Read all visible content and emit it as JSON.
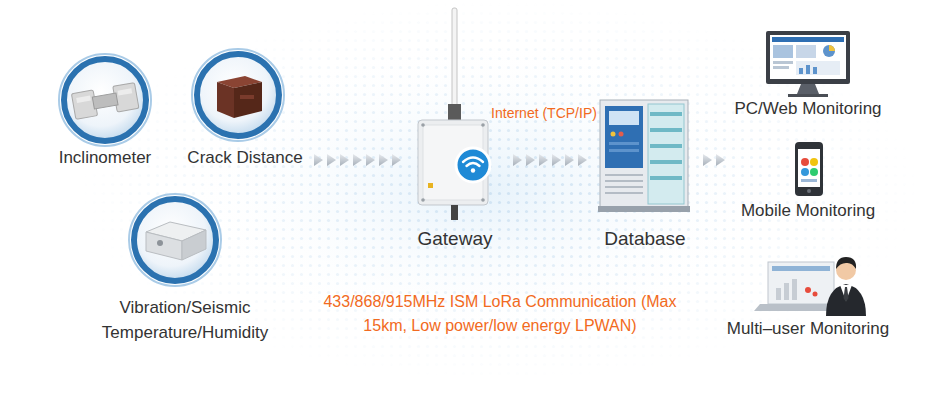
{
  "diagram": {
    "nodes": [
      {
        "text": [
          "Inclinometer"
        ]
      },
      {
        "text": [
          "Crack Distance"
        ]
      },
      {
        "text": [
          "Vibration/Seismic Temperature/Humidity"
        ]
      },
      {
        "text": [
          "Gateway"
        ]
      },
      {
        "text": [
          "Database"
        ]
      },
      {
        "text": [
          "PC/Web Monitoring"
        ]
      },
      {
        "text": [
          "Mobile Monitoring"
        ]
      },
      {
        "text": [
          "Multi–user Monitoring"
        ]
      }
    ],
    "edges": [
      {
        "from": 1,
        "to": 3,
        "arrow": "to"
      },
      {
        "from": 3,
        "to": 4,
        "arrow": "to",
        "label": "Internet (TCP/IP)"
      },
      {
        "from": 4,
        "to": 6,
        "arrow": "to"
      }
    ],
    "labels": [
      "433/868/915MHz ISM LoRa Communication (Max 15km, Low power/low energy LPWAN)"
    ]
  }
}
